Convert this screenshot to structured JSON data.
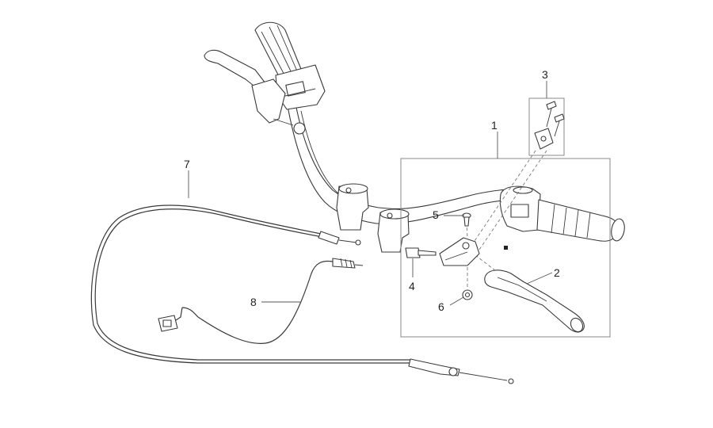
{
  "callouts": [
    {
      "id": "1",
      "text": "1"
    },
    {
      "id": "2",
      "text": "2"
    },
    {
      "id": "3",
      "text": "3"
    },
    {
      "id": "4",
      "text": "4"
    },
    {
      "id": "5",
      "text": "5"
    },
    {
      "id": "6",
      "text": "6"
    },
    {
      "id": "7",
      "text": "7"
    },
    {
      "id": "8",
      "text": "8"
    }
  ],
  "colors": {
    "line": "#3a3a3a",
    "box": "#888888",
    "background": "#ffffff"
  }
}
